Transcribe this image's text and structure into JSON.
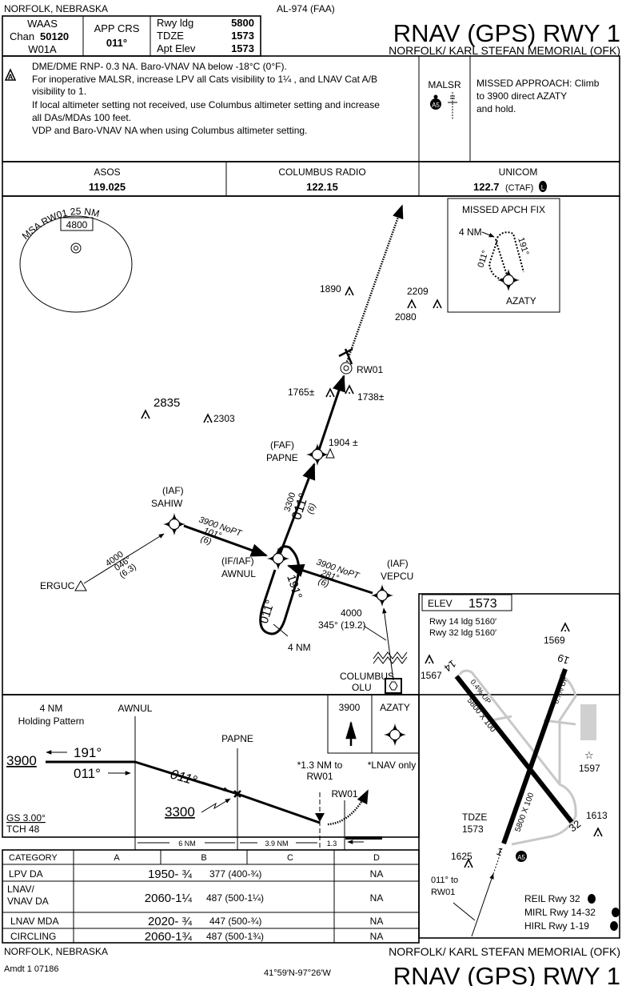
{
  "header": {
    "location": "NORFOLK, NEBRASKA",
    "chart_id": "AL-974 (FAA)",
    "waas_label": "WAAS",
    "chan_label": "Chan",
    "chan_value": "50120",
    "waas_id": "W01A",
    "app_crs_label": "APP CRS",
    "app_crs_value": "011°",
    "rwy_ldg_label": "Rwy ldg",
    "rwy_ldg_value": "5800",
    "tdze_label": "TDZE",
    "tdze_value": "1573",
    "apt_elev_label": "Apt Elev",
    "apt_elev_value": "1573",
    "title": "RNAV (GPS) RWY 1",
    "airport": "NORFOLK/ KARL STEFAN MEMORIAL (OFK)"
  },
  "notes": {
    "lines": [
      "DME/DME RNP- 0.3 NA.   Baro-VNAV NA below -18°C (0°F).",
      "For inoperative MALSR, increase LPV all Cats visibility to 1¼ , and LNAV Cat A/B",
      "visibility to 1.",
      "If local altimeter setting not received, use Columbus altimeter setting and increase",
      "all DAs/MDAs 100 feet.",
      "VDP and Baro-VNAV NA when using Columbus altimeter setting."
    ],
    "alternate_symbol": "A",
    "lighting": "MALSR",
    "lighting_badge": "A5",
    "missed_approach": [
      "MISSED APPROACH: Climb",
      "to 3900 direct AZATY",
      "and hold."
    ]
  },
  "comms": [
    {
      "name": "ASOS",
      "freq": "119.025"
    },
    {
      "name": "COLUMBUS RADIO",
      "freq": "122.15"
    },
    {
      "name": "UNICOM",
      "freq": "122.7",
      "suffix": "(CTAF)",
      "badge": "L"
    }
  ],
  "plan": {
    "msa_label": "MSA RW01 25 NM",
    "msa_alt": "4800",
    "missed_fix_title": "MISSED APCH FIX",
    "missed_hold_dist": "4 NM",
    "missed_hold_out": "011°",
    "missed_hold_in": "191°",
    "missed_fix": "AZATY",
    "obstacles": [
      "1890",
      "2209",
      "2080",
      "1765±",
      "1738±",
      "2835",
      "2303",
      "1904 ±"
    ],
    "rw01": "RW01",
    "faf_role": "(FAF)",
    "faf": "PAPNE",
    "iaf_role": "(IAF)",
    "sahiw": "SAHIW",
    "if_role": "(IF/IAF)",
    "awnul": "AWNUL",
    "vepcu": "VEPCU",
    "erguc": "ERGUC",
    "final_alt": "3300",
    "final_crs": "011°",
    "final_dist": "(6)",
    "sahiw_leg": [
      "3900 NoPT",
      "101°",
      "(6)"
    ],
    "vepcu_leg": [
      "3900 NoPT",
      "281°",
      "(6)"
    ],
    "erguc_leg": [
      "4000",
      "046°",
      "(6.3)"
    ],
    "hold_out": "011°",
    "hold_in": "191°",
    "hold_dist": "4 NM",
    "olu_leg": [
      "4000",
      "345° (19.2)"
    ],
    "navaid_name": "COLUMBUS",
    "navaid_id": "OLU"
  },
  "airport_diagram": {
    "elev_label": "ELEV",
    "elev_value": "1573",
    "rwy_notes": [
      "Rwy 14 ldg 5160′",
      "Rwy 32 ldg 5160′"
    ],
    "obstacles": [
      "1569",
      "1567",
      "1597",
      "1613",
      "1625"
    ],
    "rwy_ends": [
      "14",
      "19",
      "32",
      "1"
    ],
    "rwy_dims": [
      "5800 X 100",
      "5800 X 100"
    ],
    "gradients": [
      "0.4% UP",
      "0.7% UP"
    ],
    "tdze_label": "TDZE",
    "tdze_value": "1573",
    "final_note": [
      "011° to",
      "RW01"
    ],
    "lighting": [
      "REIL Rwy 32",
      "MIRL Rwy 14-32",
      "HIRL Rwy 1-19"
    ],
    "light_badge": "L",
    "lighting_badge": "A5"
  },
  "profile": {
    "hold_note": [
      "4 NM",
      "Holding Pattern"
    ],
    "awnul": "AWNUL",
    "papne": "PAPNE",
    "alt_initial": "3900",
    "crs_in": "191°",
    "crs_out": "011°",
    "final_crs": "011°",
    "faf_alt": "3300",
    "gs": "GS 3.00°",
    "tch": "TCH 48",
    "vdp_note": [
      "*1.3 NM to",
      "RW01"
    ],
    "lnav_note": "*LNAV only",
    "rw01": "RW01",
    "missed_alt": "3900",
    "missed_fix": "AZATY",
    "distances": [
      "6 NM",
      "3.9 NM",
      "1.3"
    ]
  },
  "minima": {
    "headers": [
      "CATEGORY",
      "A",
      "B",
      "C",
      "D"
    ],
    "rows": [
      {
        "label": "LPV   DA",
        "abc": "1950- ¾",
        "hat": "377 (400-¾)",
        "d": "NA"
      },
      {
        "label": "LNAV/ VNAV   DA",
        "abc": "2060-1¼",
        "hat": "487 (500-1¼)",
        "d": "NA"
      },
      {
        "label": "LNAV  MDA",
        "abc": "2020- ¾",
        "hat": "447 (500-¾)",
        "d": "NA"
      },
      {
        "label": "CIRCLING",
        "abc": "2060-1¾",
        "hat": "487 (500-1¾)",
        "d": "NA"
      }
    ]
  },
  "footer": {
    "location": "NORFOLK, NEBRASKA",
    "amendment": "Amdt 1 07186",
    "coords": "41°59′N-97°26′W",
    "airport": "NORFOLK/ KARL STEFAN MEMORIAL (OFK)",
    "title": "RNAV (GPS) RWY 1"
  }
}
